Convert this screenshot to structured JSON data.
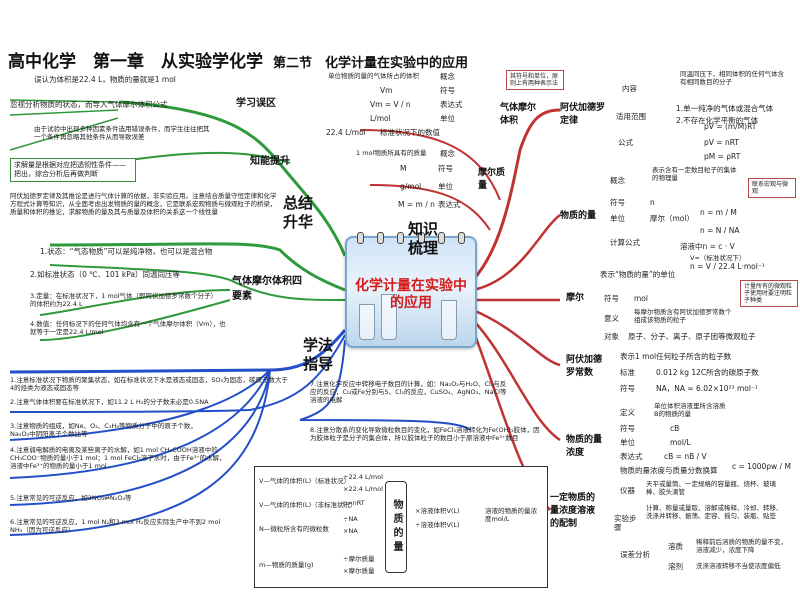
{
  "title": {
    "main": "高中化学　第一章　从实验学化学",
    "section": "第二节　化学计量在实验中的应用"
  },
  "center": {
    "label": "化学计量在实验中的应用"
  },
  "branches": {
    "knowledge": "知识梳理",
    "summary": "总结升华",
    "method": "学法指导",
    "review": "学习误区",
    "ability": "知能提升",
    "gas_point": "气体摩尔体积四要素"
  },
  "vm": {
    "node": "气体摩尔体积",
    "note": "其符号和单位，原则上有两种表示法",
    "labels": [
      "概念",
      "符号",
      "表达式",
      "单位",
      "标准状况下的数值"
    ],
    "values": [
      "单位物质的量的气体所占的体积",
      "Vm",
      "Vm = V / n",
      "L/mol",
      "22.4 L/mol"
    ]
  },
  "molar_mass": {
    "node": "摩尔质量",
    "labels": [
      "概念",
      "符号",
      "单位",
      "表达式"
    ],
    "values": [
      "1 mol物质所具有的质量",
      "M",
      "g/mol",
      "M = m / n"
    ]
  },
  "avogadro_law": {
    "node": "阿伏加德罗定律",
    "labels": [
      "内容",
      "适用范围",
      "公式"
    ],
    "content": "同温同压下，相同体积的任何气体含有相同数目的分子",
    "scope": [
      "1.单一纯净的气体或混合气体",
      "2.不存在化学平衡的气体"
    ],
    "formulas": [
      "pV = (m/M)RT",
      "pV = nRT",
      "pM = ρRT"
    ]
  },
  "amount": {
    "node": "物质的量",
    "labels": [
      "概念",
      "符号",
      "单位",
      "计算公式"
    ],
    "concept": "表示含有一定数目粒子的集体的物理量",
    "symbol": "n",
    "unit": "摩尔（mol）",
    "formulas": [
      "n = m / M",
      "n = N / NA",
      "溶液中n = c · V",
      "n = V / 22.4 L·mol⁻¹"
    ],
    "formula_note": "V=（标准状况下）",
    "tag": "联系宏观与微观"
  },
  "mole": {
    "node": "摩尔",
    "def": "表示“物质的量”的单位",
    "labels": [
      "符号",
      "意义",
      "对象"
    ],
    "symbol": "mol",
    "meaning": "每摩尔物质含有阿伏加德罗常数个组成该物质的粒子",
    "object": "原子、分子、离子、原子团等微观粒子",
    "note": "计量所有的微观粒子使用时要注明粒子种类"
  },
  "na": {
    "node": "阿伏加德罗常数",
    "def": "表示1 mol任何粒子所含的粒子数",
    "labels": [
      "标准",
      "符号"
    ],
    "standard": "0.012 kg 12C所含的碳原子数",
    "symbol": "NA，NA ≈ 6.02×10²³ mol⁻¹"
  },
  "conc": {
    "node": "物质的量浓度",
    "labels": [
      "定义",
      "符号",
      "单位",
      "表达式"
    ],
    "def": "单位体积溶液里所含溶质B的物质的量",
    "symbol": "cB",
    "unit": "mol/L",
    "expr": "cB = nB / V",
    "relation": "物质的量浓度与质量分数换算",
    "relation_formula": "c = 1000ρw / M"
  },
  "prep": {
    "node": "一定物质的量浓度溶液的配制",
    "instruments": "仪器",
    "instr_text": "天平或量筒、一定规格的容量瓶、烧杯、玻璃棒、胶头滴管",
    "steps": "实验步骤",
    "steps_text": "计算、称量或量取、溶解或稀释、冷却、转移、洗涤并转移、振荡、定容、摇匀、装瓶、贴签",
    "error": "误差分析",
    "dilute": "溶质",
    "dilute_text": "稀释前后溶质的物质的量不变，溶液减少，浓度下降",
    "mix": "溶剂",
    "mix_text": "洗涤溶液转移不当使浓度偏低"
  },
  "review": {
    "items": [
      "误认为体积是22.4 L，物质的量就是1 mol",
      "忽视分析物质的状态，而导入气体摩尔体积公式",
      "由于试验中出现多种因素条件选用错误条件，而学生往往把其一个条件再忽略其他条件从而导致误差"
    ]
  },
  "ability": {
    "note": "求解量是根据对应把透彻性条件——把出，综合分析后再做判断",
    "para": "阿伏加德罗定律及其推论是进行气体计算的依据，非实验应用。注意结合质量守恒定律和化学方程式计算等知识，从全面考虑出发物质的量的概念，它是联系宏观物质与微观粒子的桥梁，质量和体积的推论，求解物质的量及其与质量及体积的关系这一个线性量",
    "gas_points": [
      "1.状态：“气态物质”可以是纯净物，也可以是混合物",
      "2.如标准状态（0 ℃、101 kPa）同温同压等",
      "3.定量：在标准状况下，1 mol气体（即阿伏加德罗常数个分子）的体积约为22.4 L",
      "4.数值：任何标况下的任何气体均含有一个气体摩尔体积（Vm），也就等于一定是22.4 L/mol"
    ]
  },
  "method": {
    "items": [
      "1.注意标准状况下物质的聚集状态，如在标准状况下水是液态或固态，SO₃为固态，碳原子数大于4的烃类为液态或固态等",
      "2.注意气体体积要在标准状况下，如11.2 L H₂的分子数未必是0.5NA",
      "3.注意物质的组成，如Ne、O₃、C₃H₈等物质分子中的原子个数，Na₂O₂中阴阳离子个数比等",
      "4.注意弱电解质的电离及某些离子的水解，如1 mol CH₃COOH溶液中的CH₃COO⁻物质的量小于1 mol；1 mol FeCl₃溶于水时，由于Fe³⁺的水解，溶液中Fe³⁺的物质的量小于1 mol",
      "5.注意常见的可逆反应，如2NO₂⇌N₂O₄等",
      "6.注意常见的可逆反应，1 mol N₂和3 mol H₂反应实际生产中不到2 mol NH₃（因为可逆反应）"
    ],
    "items_right": [
      "7.注意化学反应中转移电子数目的计算，如：Na₂O₂与H₂O、Cl₂与反应的反应，Cu或Fe分别与S、Cl₂的反应，CuSO₄、AgNO₃、NaCl等溶液的电解",
      "8.注意分散系的变化导致微粒数目的变化，如FeCl₃溶液转化为Fe(OH)₃胶体，因为胶体粒子是分子的集合体，所以胶体粒子的数目小于原溶液中Fe³⁺数目"
    ]
  },
  "summary_diagram": {
    "center": "物质的量",
    "left": [
      "V—气体的体积(L)（标准状况）",
      "V—气体的体积(L)（非标准状况）",
      "N—微粒所含有的微粒数",
      "m—物质的质量(g)"
    ],
    "left_ops": [
      "÷22.4 L/mol",
      "×22.4 L/mol",
      "p=nRT",
      "÷NA",
      "×NA",
      "÷摩尔质量",
      "×摩尔质量"
    ],
    "right_ops": [
      "×溶液体积V(L)",
      "÷溶液体积V(L)"
    ],
    "right": "溶液的物质的量浓度mol/L"
  },
  "colors": {
    "green": "#2e9a3b",
    "blue": "#2350c8",
    "red": "#c03333",
    "center_text": "#d41b1b"
  }
}
